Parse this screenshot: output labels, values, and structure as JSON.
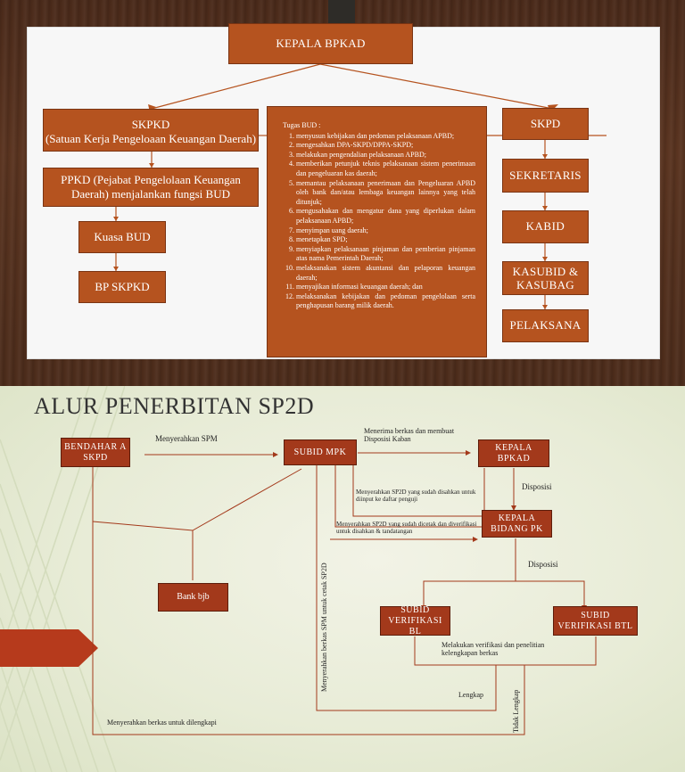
{
  "slide1": {
    "kepala": "KEPALA BPKAD",
    "skpkd": "SKPKD\n(Satuan Kerja Pengeloaan Keuangan Daerah)",
    "ppkd": "PPKD (Pejabat Pengelolaan Keuangan Daerah) menjalankan fungsi BUD",
    "kuasa_bud": "Kuasa BUD",
    "bp_skpkd": "BP SKPKD",
    "tugas_title": "Tugas BUD :",
    "tugas": [
      "menyusun kebijakan dan pedoman pelaksanaan APBD;",
      "mengesahkan DPA-SKPD/DPPA-SKPD;",
      "melakukan pengendalian pelaksanaan APBD;",
      "memberikan petunjuk teknis pelaksanaan sistem penerimaan dan pengeluaran kas daerah;",
      "memantau pelaksanaan penerimaan dan Pengeluaran APBD oleh bank dan/atau lembaga keuangan lainnya yang telah ditunjuk;",
      "mengusahakan dan mengatur dana yang diperlukan dalam pelaksanaan APBD;",
      "menyimpan uang daerah;",
      "menetapkan SPD;",
      "menyiapkan pelaksanaan pinjaman dan pemberian pinjaman atas nama Pemerintah Daerah;",
      "melaksanakan sistem akuntansi dan pelaporan keuangan daerah;",
      "menyajikan informasi keuangan daerah; dan",
      "melaksanakan kebijakan dan pedoman pengelolaan serta penghapusan barang milik daerah."
    ],
    "skpd": "SKPD",
    "sekretaris": "SEKRETARIS",
    "kabid": "KABID",
    "kasubid": "KASUBID & KASUBAG",
    "pelaksana": "PELAKSANA"
  },
  "slide2": {
    "title": "ALUR PENERBITAN SP2D",
    "bendahara": "BENDAHAR A SKPD",
    "subid_mpk": "SUBID MPK",
    "kepala_bpkad": "KEPALA BPKAD",
    "kepala_bidang": "KEPALA BIDANG PK",
    "bank": "Bank bjb",
    "verif_bl": "SUBID VERIFIKASI BL",
    "verif_btl": "SUBID VERIFIKASI BTL",
    "lbl_serahkan_spm": "Menyerahkan SPM",
    "lbl_terima_berkas": "Menerima berkas dan membuat Disposisi Kaban",
    "lbl_disposisi1": "Disposisi",
    "lbl_sp2d_disahkan": "Menyerahkan SP2D yang sudah disahkan untuk diinput ke daftar penguji",
    "lbl_sp2d_dicetak": "Menyerahkan SP2D yang sudah dicetak dan diverifikasi untuk disahkan & tandatangan",
    "lbl_disposisi2": "Disposisi",
    "lbl_verifikasi": "Melakukan verifikasi dan penelitian kelengkapan berkas",
    "lbl_lengkap": "Lengkap",
    "lbl_tidak_lengkap": "Tidak Lengkap",
    "lbl_dilengkapi": "Menyerahkan berkas untuk dilengkapi",
    "lbl_cetak_sp2d": "Menyerahkan berkas SPM untuk cetak SP2D"
  }
}
